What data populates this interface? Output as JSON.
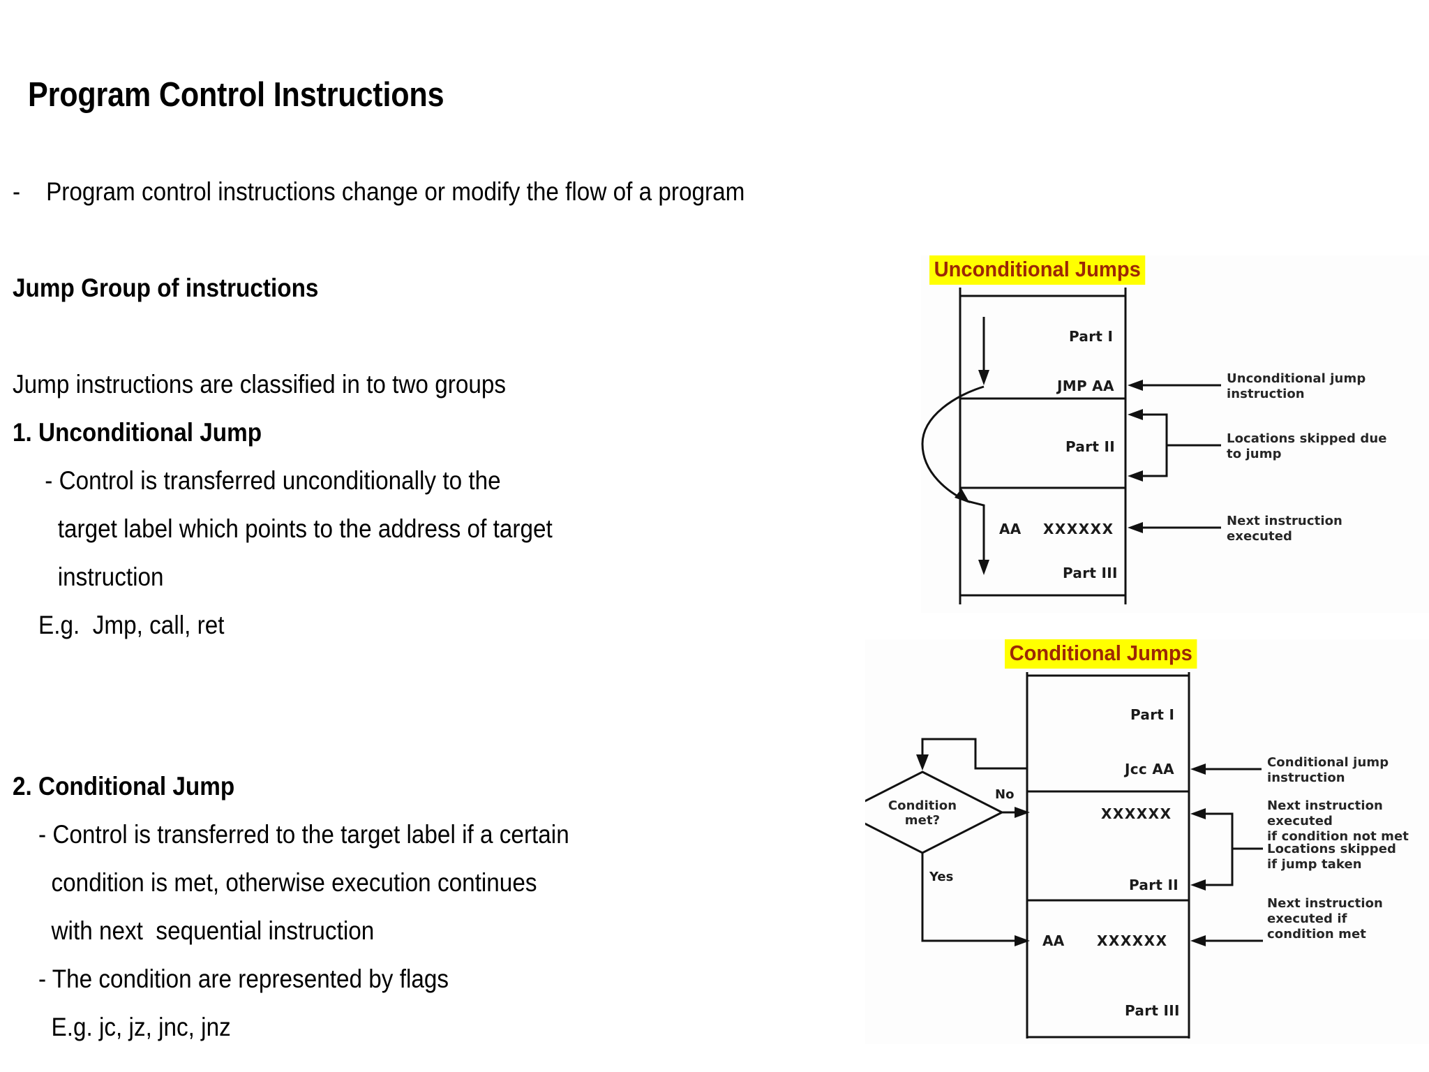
{
  "slide": {
    "title": "Program Control Instructions"
  },
  "body": {
    "lines": [
      {
        "text": "-    Program control instructions change or modify the flow of a program",
        "bold": false
      },
      {
        "text": "",
        "bold": false
      },
      {
        "text": "Jump Group of instructions",
        "bold": true
      },
      {
        "text": "",
        "bold": false
      },
      {
        "text": "Jump instructions are classified in to two groups",
        "bold": false
      },
      {
        "text": "1. Unconditional Jump",
        "bold": true
      },
      {
        "text": "     - Control is transferred unconditionally to the",
        "bold": false
      },
      {
        "text": "       target label which points to the address of target",
        "bold": false
      },
      {
        "text": "       instruction",
        "bold": false
      },
      {
        "text": "    E.g.  Jmp, call, ret",
        "bold": false
      }
    ],
    "lines2": [
      {
        "text": "2. Conditional Jump",
        "bold": true
      },
      {
        "text": "    - Control is transferred to the target label if a certain",
        "bold": false
      },
      {
        "text": "      condition is met, otherwise execution continues",
        "bold": false
      },
      {
        "text": "      with next  sequential instruction",
        "bold": false
      },
      {
        "text": "    - The condition are represented by flags",
        "bold": false
      },
      {
        "text": "      E.g. jc, jz, jnc, jnz",
        "bold": false
      }
    ]
  },
  "diagrams": {
    "unconditional": {
      "title": "Unconditional Jumps",
      "highlight_color": "#ffff00",
      "title_color": "#9c2706",
      "rows": [
        {
          "label": "Part I"
        },
        {
          "label": "JMP AA"
        },
        {
          "label": "Part II"
        },
        {
          "label": "AA"
        },
        {
          "label": "XXXXXX"
        },
        {
          "label": "Part III"
        }
      ],
      "annotations": [
        "Unconditional jump\ninstruction",
        "Locations skipped due\nto jump",
        "Next instruction\nexecuted"
      ]
    },
    "conditional": {
      "title": "Conditional Jumps",
      "highlight_color": "#ffff00",
      "title_color": "#9c2706",
      "rows": [
        {
          "label": "Part I"
        },
        {
          "label": "Jcc AA"
        },
        {
          "label": "XXXXXX"
        },
        {
          "label": "Part II"
        },
        {
          "label": "AA"
        },
        {
          "label": "XXXXXX"
        },
        {
          "label": "Part III"
        }
      ],
      "decision": "Condition\nmet?",
      "branch_no": "No",
      "branch_yes": "Yes",
      "annotations": [
        "Conditional jump\ninstruction",
        "Next instruction executed\nif condition not met",
        "Locations skipped\nif jump taken",
        "Next instruction\nexecuted if\ncondition met"
      ]
    }
  }
}
